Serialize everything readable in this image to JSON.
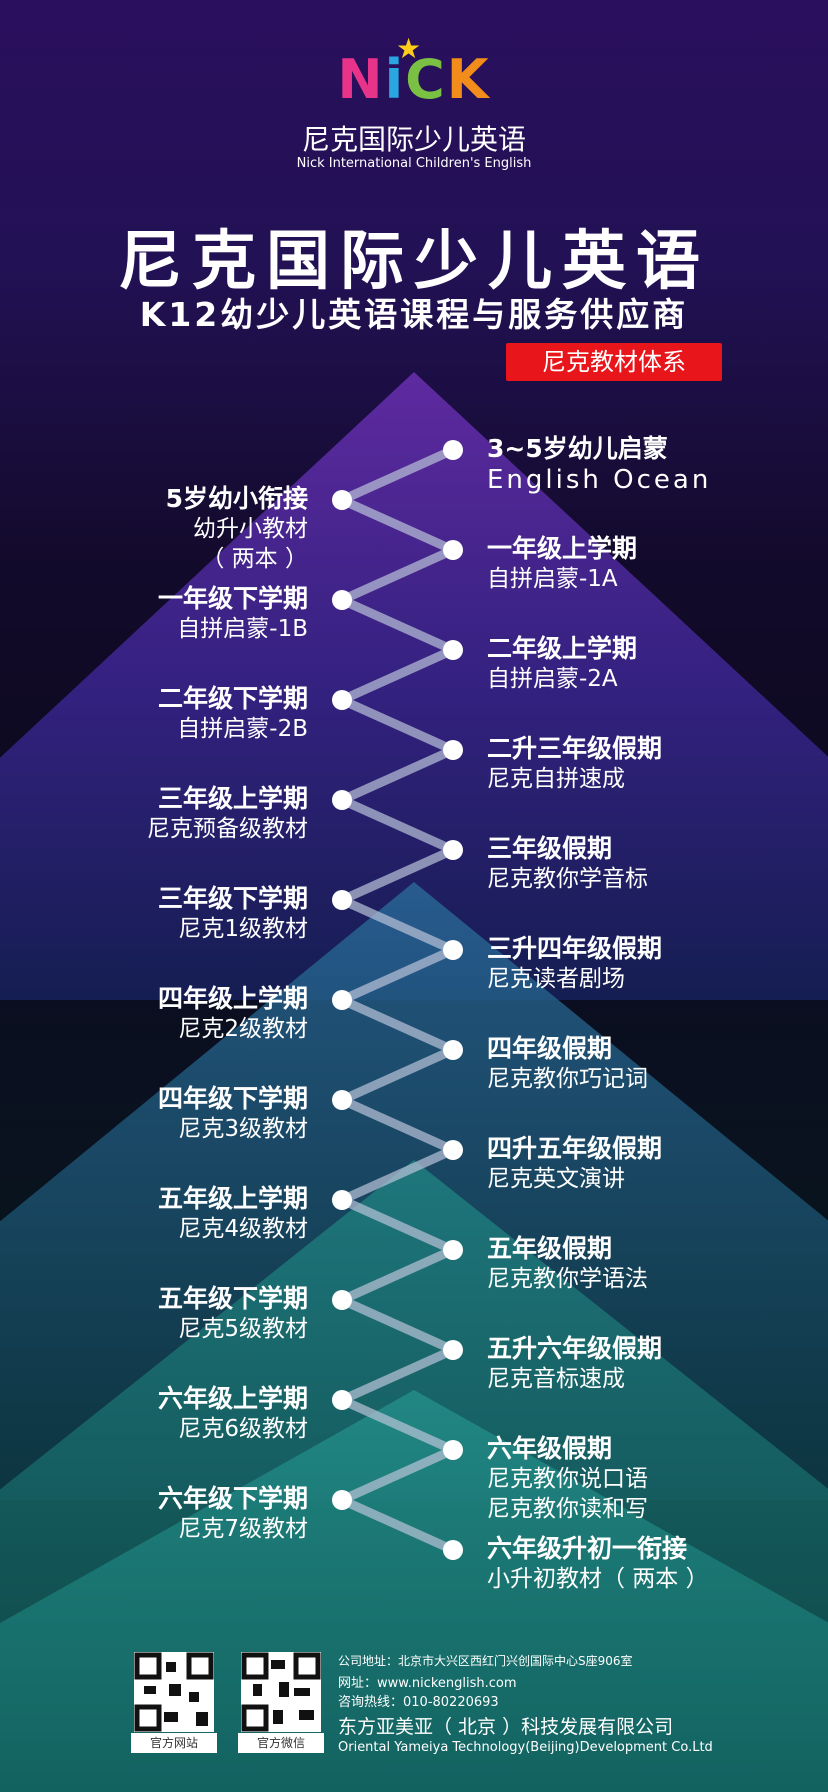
{
  "logo": {
    "letters": [
      "N",
      "i",
      "C",
      "K"
    ],
    "letter_colors": [
      "#e8338b",
      "#2aa7e0",
      "#7ac143",
      "#f28c1a"
    ],
    "star_icon": "star-icon",
    "cn_name": "尼克国际少儿英语",
    "en_name": "Nick International Children's English"
  },
  "header": {
    "title": "尼克国际少儿英语",
    "subtitle": "K12幼少儿英语课程与服务供应商",
    "tag": "尼克教材体系"
  },
  "timeline_left": [
    {
      "title": "5岁幼小衔接",
      "lines": [
        "幼升小教材",
        "（ 两本 ）"
      ]
    },
    {
      "title": "一年级下学期",
      "lines": [
        "自拼启蒙-1B"
      ]
    },
    {
      "title": "二年级下学期",
      "lines": [
        "自拼启蒙-2B"
      ]
    },
    {
      "title": "三年级上学期",
      "lines": [
        "尼克预备级教材"
      ]
    },
    {
      "title": "三年级下学期",
      "lines": [
        "尼克1级教材"
      ]
    },
    {
      "title": "四年级上学期",
      "lines": [
        "尼克2级教材"
      ]
    },
    {
      "title": "四年级下学期",
      "lines": [
        "尼克3级教材"
      ]
    },
    {
      "title": "五年级上学期",
      "lines": [
        "尼克4级教材"
      ]
    },
    {
      "title": "五年级下学期",
      "lines": [
        "尼克5级教材"
      ]
    },
    {
      "title": "六年级上学期",
      "lines": [
        "尼克6级教材"
      ]
    },
    {
      "title": "六年级下学期",
      "lines": [
        "尼克7级教材"
      ]
    }
  ],
  "timeline_right": [
    {
      "title": "3~5岁幼儿启蒙",
      "lines": [
        "English Ocean"
      ]
    },
    {
      "title": "一年级上学期",
      "lines": [
        "自拼启蒙-1A"
      ]
    },
    {
      "title": "二年级上学期",
      "lines": [
        "自拼启蒙-2A"
      ]
    },
    {
      "title": "二升三年级假期",
      "lines": [
        "尼克自拼速成"
      ]
    },
    {
      "title": "三年级假期",
      "lines": [
        "尼克教你学音标"
      ]
    },
    {
      "title": "三升四年级假期",
      "lines": [
        "尼克读者剧场"
      ]
    },
    {
      "title": "四年级假期",
      "lines": [
        "尼克教你巧记词"
      ]
    },
    {
      "title": "四升五年级假期",
      "lines": [
        "尼克英文演讲"
      ]
    },
    {
      "title": "五年级假期",
      "lines": [
        "尼克教你学语法"
      ]
    },
    {
      "title": "五升六年级假期",
      "lines": [
        "尼克音标速成"
      ]
    },
    {
      "title": "六年级假期",
      "lines": [
        "尼克教你说口语",
        "尼克教你读和写"
      ]
    },
    {
      "title": "六年级升初一衔接",
      "lines": [
        "小升初教材（ 两本 ）"
      ]
    }
  ],
  "footer": {
    "qr1_label": "官方网站",
    "qr2_label": "官方微信",
    "address": "公司地址：北京市大兴区西红门兴创国际中心S座906室",
    "website": "网址：www.nickenglish.com",
    "hotline": "咨询热线：010-80220693",
    "company_cn": "东方亚美亚（ 北京 ）科技发展有限公司",
    "company_en": "Oriental Yameiya Technology(Beijing)Development Co.Ltd"
  }
}
